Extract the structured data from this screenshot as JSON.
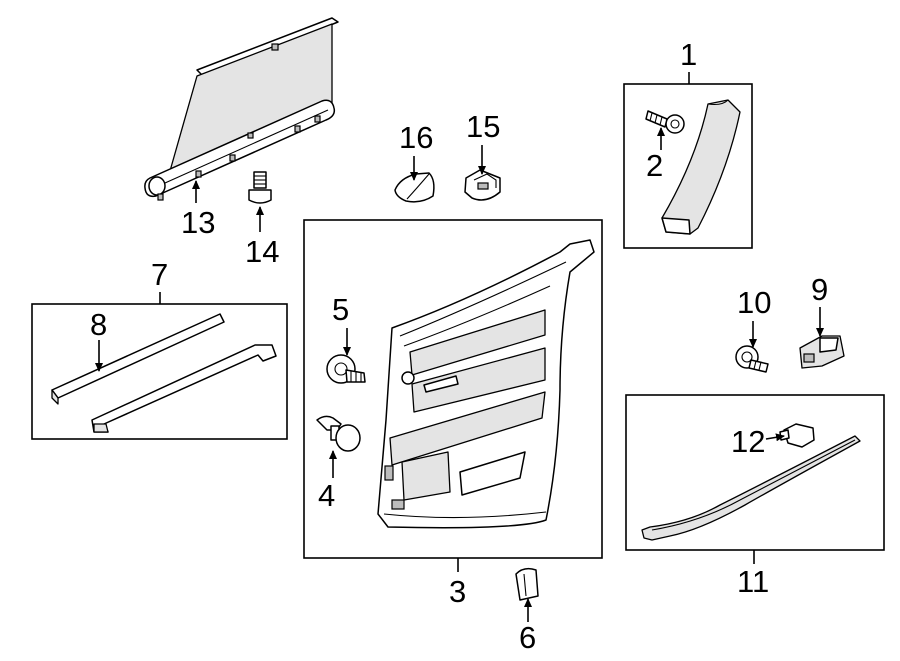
{
  "diagram": {
    "callouts": {
      "c1": "1",
      "c2": "2",
      "c3": "3",
      "c4": "4",
      "c5": "5",
      "c6": "6",
      "c7": "7",
      "c8": "8",
      "c9": "9",
      "c10": "10",
      "c11": "11",
      "c12": "12",
      "c13": "13",
      "c14": "14",
      "c15": "15",
      "c16": "16"
    },
    "colors": {
      "ink": "#000000",
      "background": "#ffffff",
      "shade": "#e4e4e4"
    }
  }
}
